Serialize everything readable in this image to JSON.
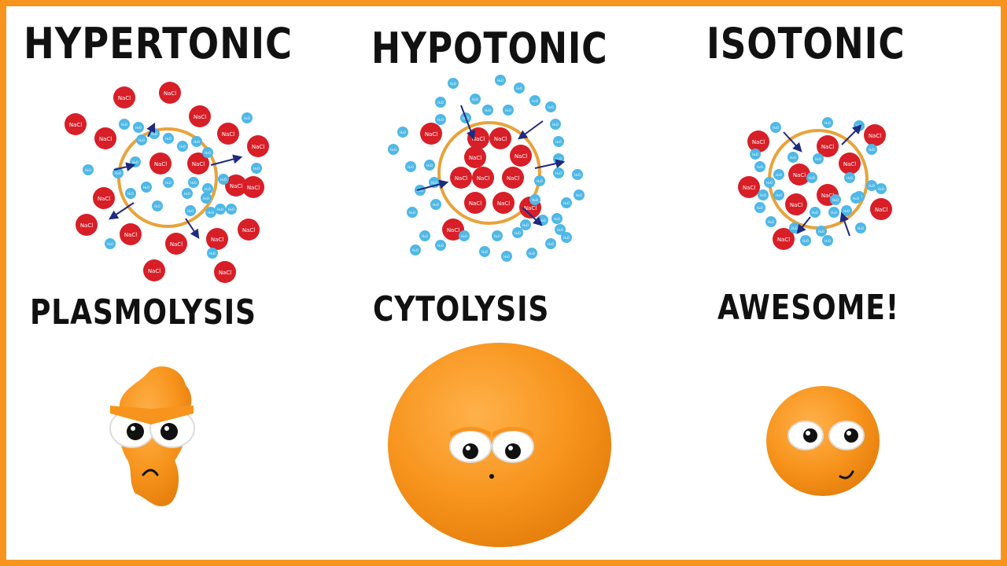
{
  "panels": [
    {
      "title": "HYPERTONIC",
      "caption": "PLASMOLYSIS"
    },
    {
      "title": "HYPOTONIC",
      "caption": "CYTOLYSIS"
    },
    {
      "title": "ISOTONIC",
      "caption": "AWESOME!"
    }
  ],
  "molecules": {
    "salt": "NaCl",
    "water": "H₂O"
  },
  "colors": {
    "frame": "#f7941d",
    "membrane": "#e8a33a",
    "salt": "#d81e27",
    "water": "#4fb8e6",
    "cell_orange": "#f7941d",
    "arrow": "#1f2a80"
  },
  "icons": [
    "grumpy-shrunken-cell-icon",
    "sad-swollen-cell-icon",
    "happy-cell-icon"
  ]
}
